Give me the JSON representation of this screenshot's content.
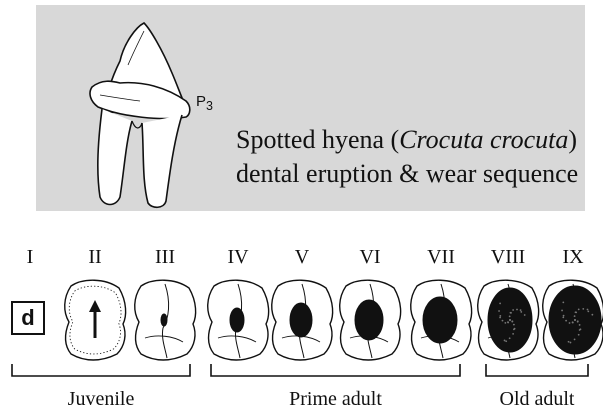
{
  "tooth_label": {
    "base": "P",
    "sub": "3"
  },
  "caption": {
    "pre": "Spotted hyena (",
    "italic": "Crocuta crocuta",
    "post": ")",
    "line2": "dental eruption & wear sequence"
  },
  "stages": [
    {
      "numeral": "I"
    },
    {
      "numeral": "II"
    },
    {
      "numeral": "III"
    },
    {
      "numeral": "IV"
    },
    {
      "numeral": "V"
    },
    {
      "numeral": "VI"
    },
    {
      "numeral": "VII"
    },
    {
      "numeral": "VIII"
    },
    {
      "numeral": "IX"
    }
  ],
  "deciduous_label": "d",
  "groups": [
    {
      "label": "Juvenile"
    },
    {
      "label": "Prime adult"
    },
    {
      "label": "Old adult"
    }
  ]
}
